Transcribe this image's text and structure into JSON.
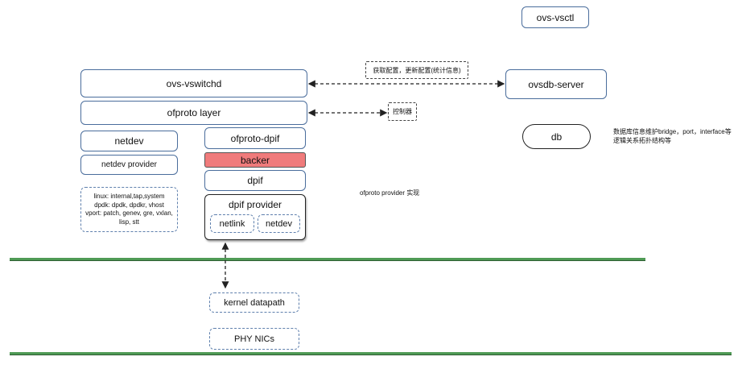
{
  "nodes": {
    "ovs_vsctl": "ovs-vsctl",
    "ovs_vswitchd": "ovs-vswitchd",
    "ofproto_layer": "ofproto layer",
    "ovsdb_server": "ovsdb-server",
    "db": "db",
    "netdev": "netdev",
    "netdev_provider": "netdev provider",
    "netdev_types": {
      "line1": "linux: internal,tap,system",
      "line2": "dpdk: dpdk, dpdkr, vhost",
      "line3": "vport: patch, genev, gre, vxlan,",
      "line4": "lisp, stt"
    },
    "ofproto_dpif": "ofproto-dpif",
    "backer": "backer",
    "dpif": "dpif",
    "dpif_provider": "dpif provider",
    "netlink": "netlink",
    "dpif_netdev": "netdev",
    "kernel_datapath": "kernel datapath",
    "phy_nics": "PHY NICs"
  },
  "annotations": {
    "get_config": "获取配置，更新配置(统计信息)",
    "controller": "控制器",
    "db_note_line1": "数据库信息维护bridge，port，interface等",
    "db_note_line2": "逻辑关系拓扑结构等",
    "ofproto_provider_impl": "ofproto provider 实现"
  },
  "colors": {
    "box_border": "#4a6d9c",
    "backer_fill": "#f07b7b",
    "separator": "#4f9a55"
  }
}
